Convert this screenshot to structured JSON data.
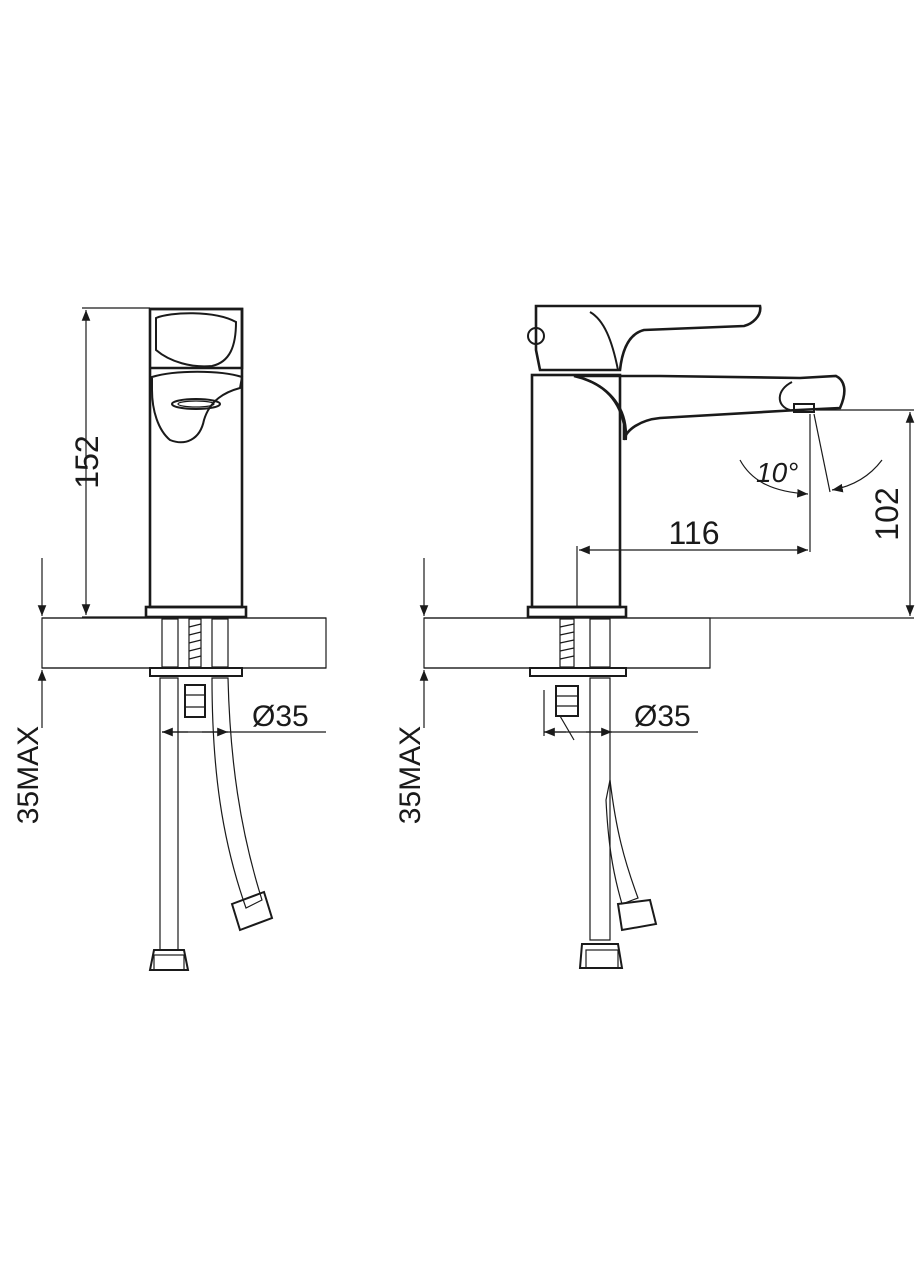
{
  "front_view": {
    "height_label": "152",
    "deck_label": "35MAX",
    "hole_label": "Ø35"
  },
  "side_view": {
    "reach_label": "116",
    "spout_height_label": "102",
    "angle_label": "10°",
    "deck_label": "35MAX",
    "hole_label": "Ø35"
  },
  "colors": {
    "line": "#1a1a1a",
    "background": "#ffffff"
  }
}
